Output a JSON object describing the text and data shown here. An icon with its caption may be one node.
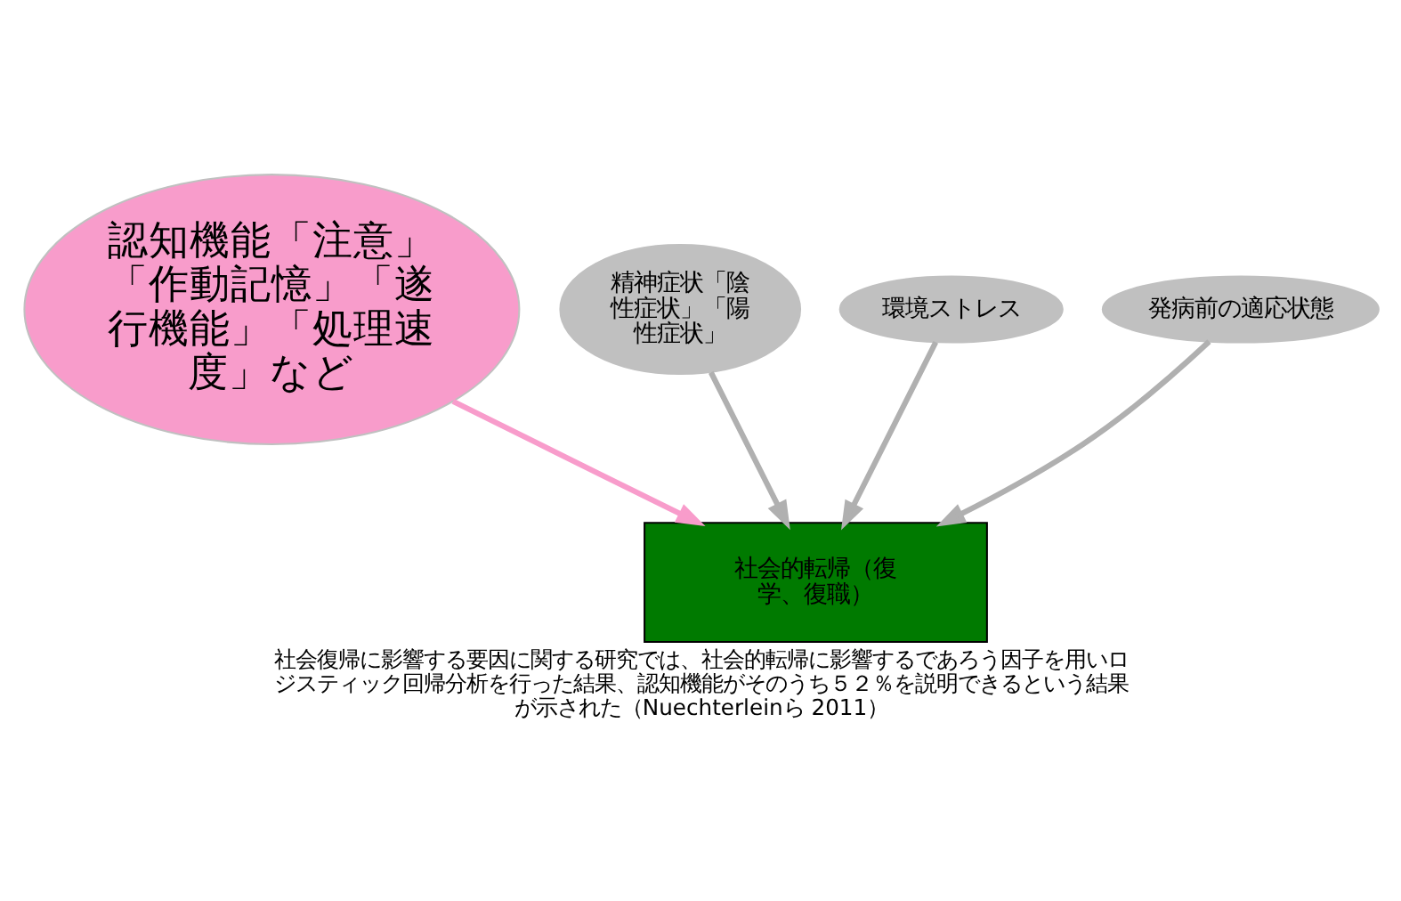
{
  "diagram": {
    "caption": "社会復帰に影響する要因に関する研究では、社会的転帰に影響するであろう因子を用いロジスティック回帰分析を行った結果、認知機能がそのうち５２％を説明できるという結果が示された（Nuechterleinら 2011）",
    "nodes": [
      {
        "text": [
          "認知機能「注意」「作動記憶」「遂行機能」「処理速度」など"
        ]
      },
      {
        "text": [
          "精神症状「陰性症状」「陽性症状」"
        ]
      },
      {
        "text": [
          "環境ストレス"
        ]
      },
      {
        "text": [
          "発病前の適応状態"
        ]
      },
      {
        "text": [
          "社会的転帰（復学、復職）"
        ]
      }
    ],
    "edges": [
      {
        "from": 0,
        "to": 4,
        "arrow": "to",
        "color": "#f89ccb"
      },
      {
        "from": 1,
        "to": 4,
        "arrow": "to"
      },
      {
        "from": 2,
        "to": 4,
        "arrow": "to"
      },
      {
        "from": 3,
        "to": 4,
        "arrow": "to"
      }
    ]
  }
}
